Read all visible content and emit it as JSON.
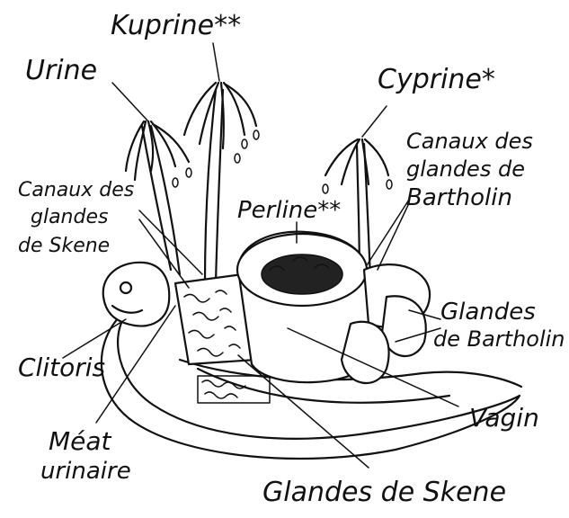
{
  "labels": {
    "kuprine": "Kuprine**",
    "urine": "Urine",
    "cyprine": "Cyprine*",
    "canaux_bartholin_1": "Canaux des",
    "canaux_bartholin_2": "glandes de",
    "canaux_bartholin_3": "Bartholin",
    "canaux_skene_1": "Canaux des",
    "canaux_skene_2": "glandes",
    "canaux_skene_3": "de Skene",
    "perline": "Perline**",
    "glandes_bartholin_1": "Glandes",
    "glandes_bartholin_2": "de Bartholin",
    "clitoris": "Clitoris",
    "vagin": "Vagin",
    "meat_1": "Méat",
    "meat_2": "urinaire",
    "glandes_skene": "Glandes de Skene"
  }
}
